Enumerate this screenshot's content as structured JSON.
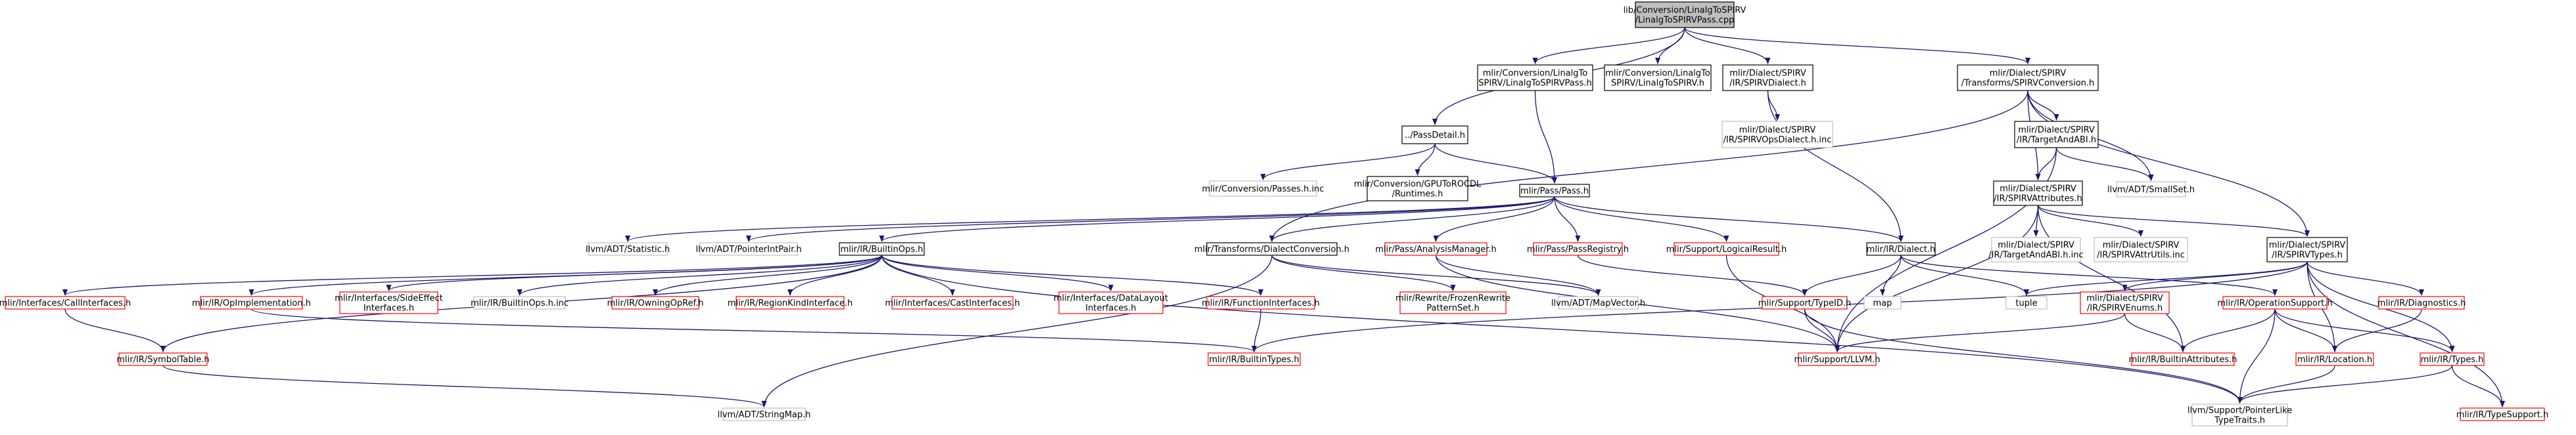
{
  "colors": {
    "edge": "#191970",
    "root_fill": "#bfbfbf",
    "root_border": "#000000",
    "normal_border": "#000000",
    "truncated_border": "#ff0000",
    "external_border": "#bfbfbf",
    "text": "#000000"
  },
  "nodes": [
    {
      "id": "root",
      "lines": [
        "lib/Conversion/LinalgToSPIRV",
        "/LinalgToSPIRVPass.cpp"
      ],
      "kind": "root"
    },
    {
      "id": "linalgToSpirvPass_h",
      "lines": [
        "mlir/Conversion/LinalgTo",
        "SPIRV/LinalgToSPIRVPass.h"
      ],
      "kind": "normal"
    },
    {
      "id": "linalgToSpirv_h",
      "lines": [
        "mlir/Conversion/LinalgTo",
        "SPIRV/LinalgToSPIRV.h"
      ],
      "kind": "normal"
    },
    {
      "id": "spirvDialect_h",
      "lines": [
        "mlir/Dialect/SPIRV",
        "/IR/SPIRVDialect.h"
      ],
      "kind": "normal"
    },
    {
      "id": "spirvConversion_h",
      "lines": [
        "mlir/Dialect/SPIRV",
        "/Transforms/SPIRVConversion.h"
      ],
      "kind": "normal"
    },
    {
      "id": "passDetail_h",
      "lines": [
        "../PassDetail.h"
      ],
      "kind": "normal"
    },
    {
      "id": "spirvOpsDialect_inc",
      "lines": [
        "mlir/Dialect/SPIRV",
        "/IR/SPIRVOpsDialect.h.inc"
      ],
      "kind": "external"
    },
    {
      "id": "targetAndAbi_h",
      "lines": [
        "mlir/Dialect/SPIRV",
        "/IR/TargetAndABI.h"
      ],
      "kind": "normal"
    },
    {
      "id": "passes_inc",
      "lines": [
        "mlir/Conversion/Passes.h.inc"
      ],
      "kind": "external"
    },
    {
      "id": "gpuToRocdl_h",
      "lines": [
        "mlir/Conversion/GPUToROCDL",
        "/Runtimes.h"
      ],
      "kind": "normal"
    },
    {
      "id": "pass_h",
      "lines": [
        "mlir/Pass/Pass.h"
      ],
      "kind": "normal"
    },
    {
      "id": "spirvAttributes_h",
      "lines": [
        "mlir/Dialect/SPIRV",
        "/IR/SPIRVAttributes.h"
      ],
      "kind": "normal"
    },
    {
      "id": "smallSet_h",
      "lines": [
        "llvm/ADT/SmallSet.h"
      ],
      "kind": "external"
    },
    {
      "id": "statistic_h",
      "lines": [
        "llvm/ADT/Statistic.h"
      ],
      "kind": "external"
    },
    {
      "id": "pointerIntPair_h",
      "lines": [
        "llvm/ADT/PointerIntPair.h"
      ],
      "kind": "external"
    },
    {
      "id": "builtinOps_h",
      "lines": [
        "mlir/IR/BuiltinOps.h"
      ],
      "kind": "normal"
    },
    {
      "id": "dialectConversion_h",
      "lines": [
        "mlir/Transforms/DialectConversion.h"
      ],
      "kind": "normal"
    },
    {
      "id": "analysisManager_h",
      "lines": [
        "mlir/Pass/AnalysisManager.h"
      ],
      "kind": "truncated"
    },
    {
      "id": "passRegistry_h",
      "lines": [
        "mlir/Pass/PassRegistry.h"
      ],
      "kind": "truncated"
    },
    {
      "id": "logicalResult_h",
      "lines": [
        "mlir/Support/LogicalResult.h"
      ],
      "kind": "truncated"
    },
    {
      "id": "dialect_h",
      "lines": [
        "mlir/IR/Dialect.h"
      ],
      "kind": "normal"
    },
    {
      "id": "targetAndAbi_inc",
      "lines": [
        "mlir/Dialect/SPIRV",
        "/IR/TargetAndABI.h.inc"
      ],
      "kind": "external"
    },
    {
      "id": "spirvAttrUtils_inc",
      "lines": [
        "mlir/Dialect/SPIRV",
        "/IR/SPIRVAttrUtils.inc"
      ],
      "kind": "external"
    },
    {
      "id": "spirvTypes_h",
      "lines": [
        "mlir/Dialect/SPIRV",
        "/IR/SPIRVTypes.h"
      ],
      "kind": "normal"
    },
    {
      "id": "callInterfaces_h",
      "lines": [
        "mlir/Interfaces/CallInterfaces.h"
      ],
      "kind": "truncated"
    },
    {
      "id": "opImplementation_h",
      "lines": [
        "mlir/IR/OpImplementation.h"
      ],
      "kind": "truncated"
    },
    {
      "id": "sideEffectInterfaces_h",
      "lines": [
        "mlir/Interfaces/SideEffect",
        "Interfaces.h"
      ],
      "kind": "truncated"
    },
    {
      "id": "builtinOps_inc",
      "lines": [
        "mlir/IR/BuiltinOps.h.inc"
      ],
      "kind": "external"
    },
    {
      "id": "owningOpRef_h",
      "lines": [
        "mlir/IR/OwningOpRef.h"
      ],
      "kind": "truncated"
    },
    {
      "id": "regionKindInterface_h",
      "lines": [
        "mlir/IR/RegionKindInterface.h"
      ],
      "kind": "truncated"
    },
    {
      "id": "castInterfaces_h",
      "lines": [
        "mlir/Interfaces/CastInterfaces.h"
      ],
      "kind": "truncated"
    },
    {
      "id": "dataLayoutInterfaces_h",
      "lines": [
        "mlir/Interfaces/DataLayout",
        "Interfaces.h"
      ],
      "kind": "truncated"
    },
    {
      "id": "functionInterfaces_h",
      "lines": [
        "mlir/IR/FunctionInterfaces.h"
      ],
      "kind": "truncated"
    },
    {
      "id": "frozenRewrite_h",
      "lines": [
        "mlir/Rewrite/FrozenRewrite",
        "PatternSet.h"
      ],
      "kind": "truncated"
    },
    {
      "id": "mapVector_h",
      "lines": [
        "llvm/ADT/MapVector.h"
      ],
      "kind": "external"
    },
    {
      "id": "typeId_h",
      "lines": [
        "mlir/Support/TypeID.h"
      ],
      "kind": "truncated"
    },
    {
      "id": "map",
      "lines": [
        "map"
      ],
      "kind": "external"
    },
    {
      "id": "tuple",
      "lines": [
        "tuple"
      ],
      "kind": "external"
    },
    {
      "id": "spirvEnums_h",
      "lines": [
        "mlir/Dialect/SPIRV",
        "/IR/SPIRVEnums.h"
      ],
      "kind": "truncated"
    },
    {
      "id": "operationSupport_h",
      "lines": [
        "mlir/IR/OperationSupport.h"
      ],
      "kind": "truncated"
    },
    {
      "id": "diagnostics_h",
      "lines": [
        "mlir/IR/Diagnostics.h"
      ],
      "kind": "truncated"
    },
    {
      "id": "symbolTable_h",
      "lines": [
        "mlir/IR/SymbolTable.h"
      ],
      "kind": "truncated"
    },
    {
      "id": "builtinTypes_h",
      "lines": [
        "mlir/IR/BuiltinTypes.h"
      ],
      "kind": "truncated"
    },
    {
      "id": "llvm_h",
      "lines": [
        "mlir/Support/LLVM.h"
      ],
      "kind": "truncated"
    },
    {
      "id": "builtinAttributes_h",
      "lines": [
        "mlir/IR/BuiltinAttributes.h"
      ],
      "kind": "truncated"
    },
    {
      "id": "location_h",
      "lines": [
        "mlir/IR/Location.h"
      ],
      "kind": "truncated"
    },
    {
      "id": "types_h",
      "lines": [
        "mlir/IR/Types.h"
      ],
      "kind": "truncated"
    },
    {
      "id": "stringMap_h",
      "lines": [
        "llvm/ADT/StringMap.h"
      ],
      "kind": "external"
    },
    {
      "id": "pointerLikeTypeTraits_h",
      "lines": [
        "llvm/Support/PointerLike",
        "TypeTraits.h"
      ],
      "kind": "external"
    },
    {
      "id": "typeSupport_h",
      "lines": [
        "mlir/IR/TypeSupport.h"
      ],
      "kind": "truncated"
    }
  ],
  "edges": [
    [
      "root",
      "passDetail_h"
    ],
    [
      "root",
      "linalgToSpirvPass_h"
    ],
    [
      "root",
      "linalgToSpirv_h"
    ],
    [
      "root",
      "spirvDialect_h"
    ],
    [
      "root",
      "spirvConversion_h"
    ],
    [
      "linalgToSpirvPass_h",
      "pass_h"
    ],
    [
      "spirvDialect_h",
      "spirvOpsDialect_inc"
    ],
    [
      "spirvDialect_h",
      "dialect_h"
    ],
    [
      "spirvConversion_h",
      "targetAndAbi_h"
    ],
    [
      "spirvConversion_h",
      "spirvAttributes_h"
    ],
    [
      "spirvConversion_h",
      "smallSet_h"
    ],
    [
      "spirvConversion_h",
      "spirvTypes_h"
    ],
    [
      "spirvConversion_h",
      "dialectConversion_h"
    ],
    [
      "passDetail_h",
      "passes_inc"
    ],
    [
      "passDetail_h",
      "gpuToRocdl_h"
    ],
    [
      "passDetail_h",
      "pass_h"
    ],
    [
      "targetAndAbi_h",
      "spirvAttributes_h"
    ],
    [
      "targetAndAbi_h",
      "smallSet_h"
    ],
    [
      "targetAndAbi_h",
      "llvm_h"
    ],
    [
      "pass_h",
      "statistic_h"
    ],
    [
      "pass_h",
      "pointerIntPair_h"
    ],
    [
      "pass_h",
      "builtinOps_h"
    ],
    [
      "pass_h",
      "dialectConversion_h"
    ],
    [
      "pass_h",
      "analysisManager_h"
    ],
    [
      "pass_h",
      "passRegistry_h"
    ],
    [
      "pass_h",
      "logicalResult_h"
    ],
    [
      "pass_h",
      "dialect_h"
    ],
    [
      "spirvAttributes_h",
      "targetAndAbi_inc"
    ],
    [
      "spirvAttributes_h",
      "spirvAttrUtils_inc"
    ],
    [
      "spirvAttributes_h",
      "spirvTypes_h"
    ],
    [
      "spirvAttributes_h",
      "builtinAttributes_h"
    ],
    [
      "spirvAttributes_h",
      "llvm_h"
    ],
    [
      "builtinOps_h",
      "callInterfaces_h"
    ],
    [
      "builtinOps_h",
      "opImplementation_h"
    ],
    [
      "builtinOps_h",
      "sideEffectInterfaces_h"
    ],
    [
      "builtinOps_h",
      "builtinOps_inc"
    ],
    [
      "builtinOps_h",
      "owningOpRef_h"
    ],
    [
      "builtinOps_h",
      "regionKindInterface_h"
    ],
    [
      "builtinOps_h",
      "castInterfaces_h"
    ],
    [
      "builtinOps_h",
      "dataLayoutInterfaces_h"
    ],
    [
      "builtinOps_h",
      "functionInterfaces_h"
    ],
    [
      "builtinOps_h",
      "symbolTable_h"
    ],
    [
      "builtinOps_h",
      "pointerLikeTypeTraits_h"
    ],
    [
      "dialectConversion_h",
      "frozenRewrite_h"
    ],
    [
      "dialectConversion_h",
      "mapVector_h"
    ],
    [
      "dialectConversion_h",
      "stringMap_h"
    ],
    [
      "analysisManager_h",
      "mapVector_h"
    ],
    [
      "analysisManager_h",
      "llvm_h"
    ],
    [
      "passRegistry_h",
      "typeId_h"
    ],
    [
      "logicalResult_h",
      "llvm_h"
    ],
    [
      "dialect_h",
      "typeId_h"
    ],
    [
      "dialect_h",
      "map"
    ],
    [
      "dialect_h",
      "tuple"
    ],
    [
      "dialect_h",
      "operationSupport_h"
    ],
    [
      "spirvTypes_h",
      "tuple"
    ],
    [
      "spirvTypes_h",
      "spirvEnums_h"
    ],
    [
      "spirvTypes_h",
      "diagnostics_h"
    ],
    [
      "spirvTypes_h",
      "location_h"
    ],
    [
      "spirvTypes_h",
      "types_h"
    ],
    [
      "spirvTypes_h",
      "typeSupport_h"
    ],
    [
      "spirvTypes_h",
      "builtinTypes_h"
    ],
    [
      "callInterfaces_h",
      "symbolTable_h"
    ],
    [
      "opImplementation_h",
      "builtinTypes_h"
    ],
    [
      "functionInterfaces_h",
      "builtinTypes_h"
    ],
    [
      "typeId_h",
      "llvm_h"
    ],
    [
      "typeId_h",
      "pointerLikeTypeTraits_h"
    ],
    [
      "spirvEnums_h",
      "llvm_h"
    ],
    [
      "spirvEnums_h",
      "builtinAttributes_h"
    ],
    [
      "operationSupport_h",
      "builtinAttributes_h"
    ],
    [
      "operationSupport_h",
      "location_h"
    ],
    [
      "operationSupport_h",
      "types_h"
    ],
    [
      "operationSupport_h",
      "pointerLikeTypeTraits_h"
    ],
    [
      "diagnostics_h",
      "location_h"
    ],
    [
      "symbolTable_h",
      "stringMap_h"
    ],
    [
      "location_h",
      "pointerLikeTypeTraits_h"
    ],
    [
      "types_h",
      "typeSupport_h"
    ],
    [
      "types_h",
      "pointerLikeTypeTraits_h"
    ]
  ]
}
